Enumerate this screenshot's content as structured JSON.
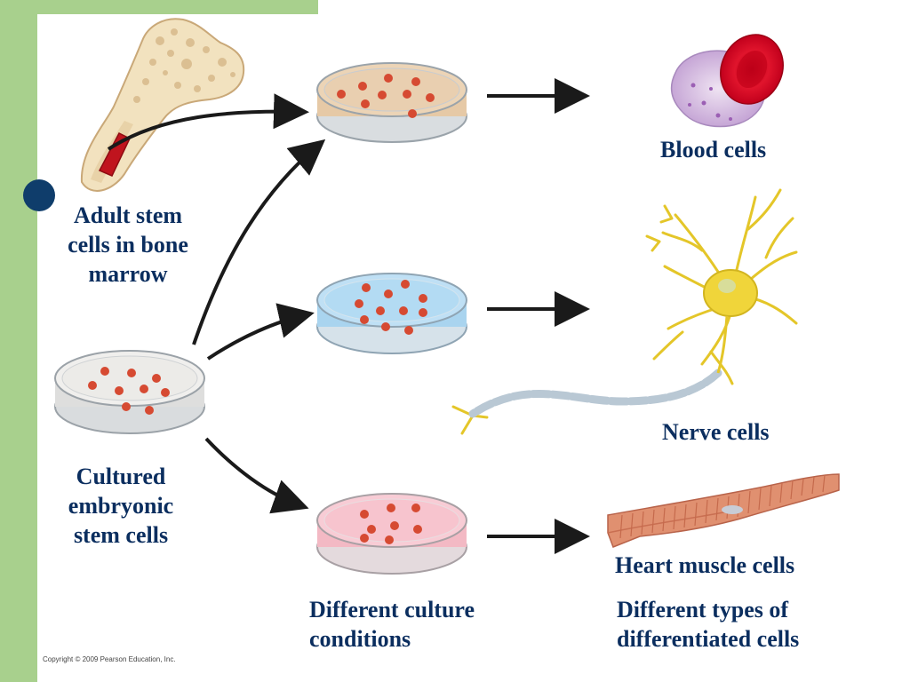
{
  "labels": {
    "adult": "Adult stem\ncells in bone\nmarrow",
    "embryonic": "Cultured\nembryonic\nstem cells",
    "blood": "Blood cells",
    "nerve": "Nerve cells",
    "heart": "Heart muscle cells",
    "conditions": "Different culture\nconditions",
    "types": "Different types of\ndifferentiated cells"
  },
  "copyright": "Copyright © 2009 Pearson Education, Inc.",
  "colors": {
    "label_text": "#0b2e5f",
    "side_band": "#a8d08d",
    "bullet": "#0f3d6b",
    "arrow": "#1a1a1a",
    "dish_tan": "#e6c9a6",
    "dish_blue": "#a9d4ef",
    "dish_pink": "#f3b9c4",
    "dish_white": "#ececea",
    "cell_red": "#d64a32"
  }
}
